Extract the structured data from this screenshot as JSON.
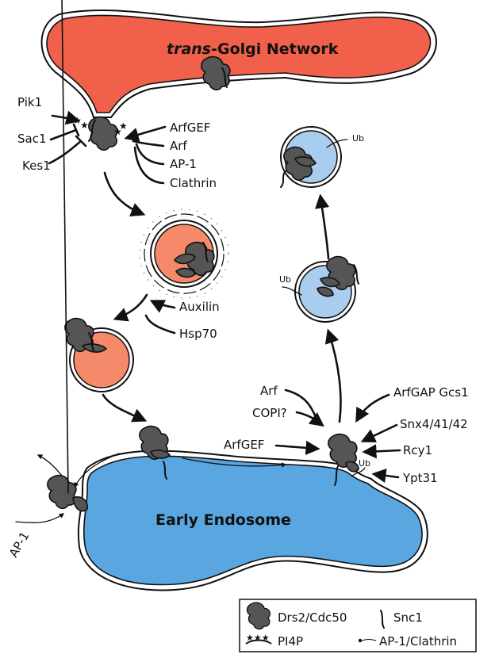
{
  "colors": {
    "golgi": "#f0604a",
    "endosome": "#5aa6e0",
    "vesicle_orange": "#f58a6a",
    "vesicle_blue": "#a9cdef",
    "protein": "#555555",
    "pi4p": "#e63cc0"
  },
  "compartments": {
    "golgi_label_italic": "trans",
    "golgi_label_rest": "-Golgi Network",
    "endosome_label": "Early Endosome"
  },
  "regulators": {
    "pik1": "Pik1",
    "sac1": "Sac1",
    "kes1": "Kes1",
    "arfgef": "ArfGEF",
    "arf": "Arf",
    "ap1": "AP-1",
    "clathrin": "Clathrin",
    "auxilin": "Auxilin",
    "hsp70": "Hsp70",
    "arf2": "Arf",
    "copi": "COPI?",
    "arfgef2": "ArfGEF",
    "arfgap": "ArfGAP Gcs1",
    "snx": "Snx4/41/42",
    "rcy1": "Rcy1",
    "ypt31": "Ypt31",
    "ap1_left": "AP-1",
    "ub1": "Ub",
    "ub2": "Ub",
    "ub3": "Ub"
  },
  "legend": {
    "drs2": "Drs2/Cdc50",
    "snc1": "Snc1",
    "pi4p": "PI4P",
    "ap1_clathrin": "AP-1/Clathrin"
  }
}
